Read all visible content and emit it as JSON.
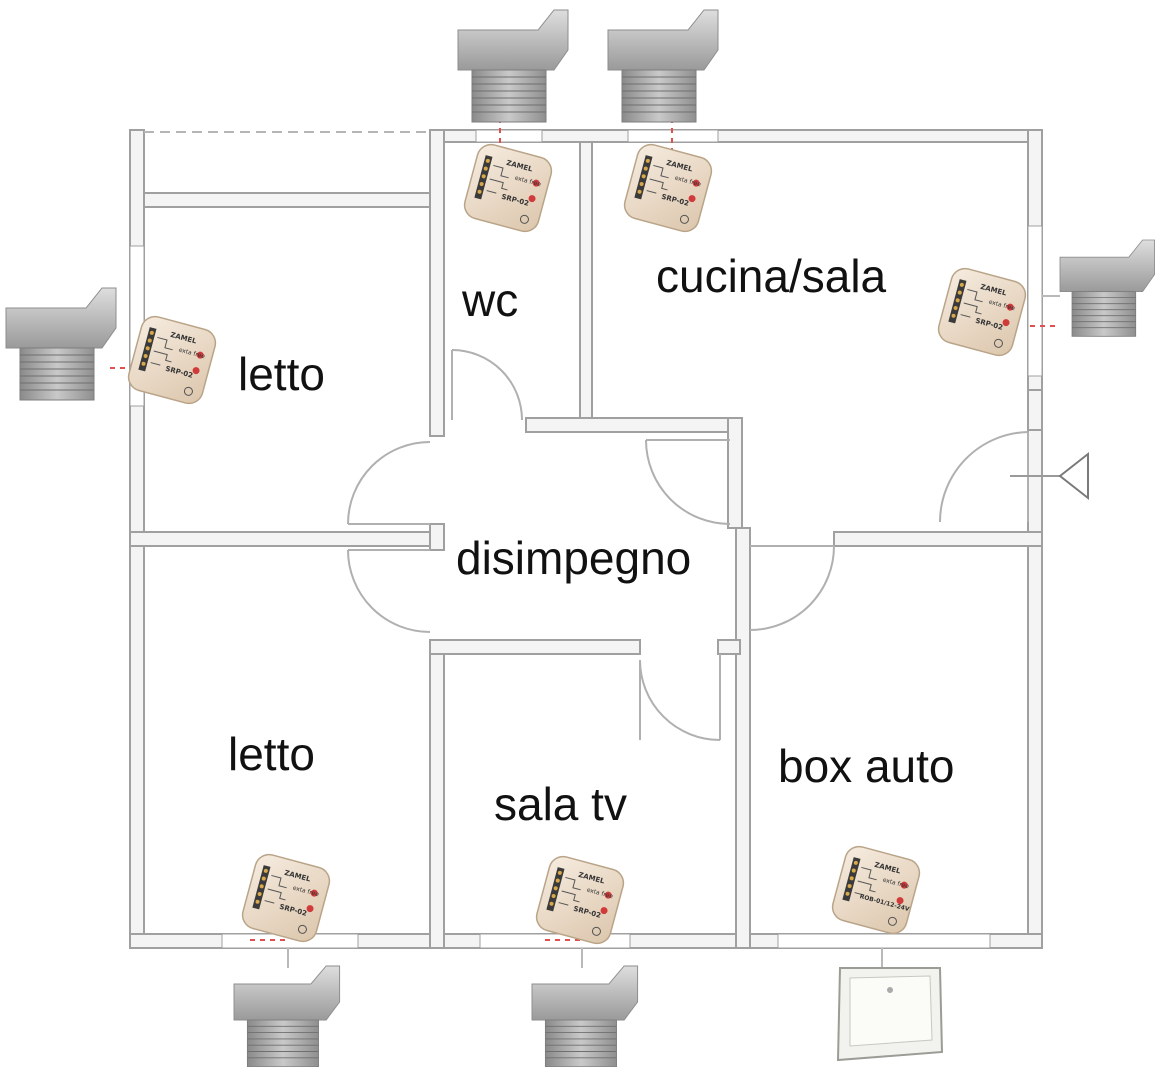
{
  "rooms": {
    "letto_top": "letto",
    "wc": "wc",
    "cucina_sala": "cucina/sala",
    "disimpegno": "disimpegno",
    "letto_bottom": "letto",
    "sala_tv": "sala tv",
    "box_auto": "box auto"
  },
  "modules": {
    "brand": "ZAMEL",
    "series": "exta free",
    "roller_model": "SRP-02",
    "gate_model": "ROB-01/12-24V"
  },
  "colors": {
    "wall": "#aaaaaa",
    "wall_fill": "#f4f4f4",
    "door": "#b0b0b0",
    "module_body": "#ecdcc8",
    "module_accent": "#d03a3a",
    "shutter": "#b5b5b5",
    "dashed_line": "#e05050"
  },
  "icons": {
    "shutter": "roller-shutter-icon",
    "gate": "garage-door-icon",
    "module": "receiver-module-icon",
    "entrance": "entrance-arrow-icon"
  }
}
